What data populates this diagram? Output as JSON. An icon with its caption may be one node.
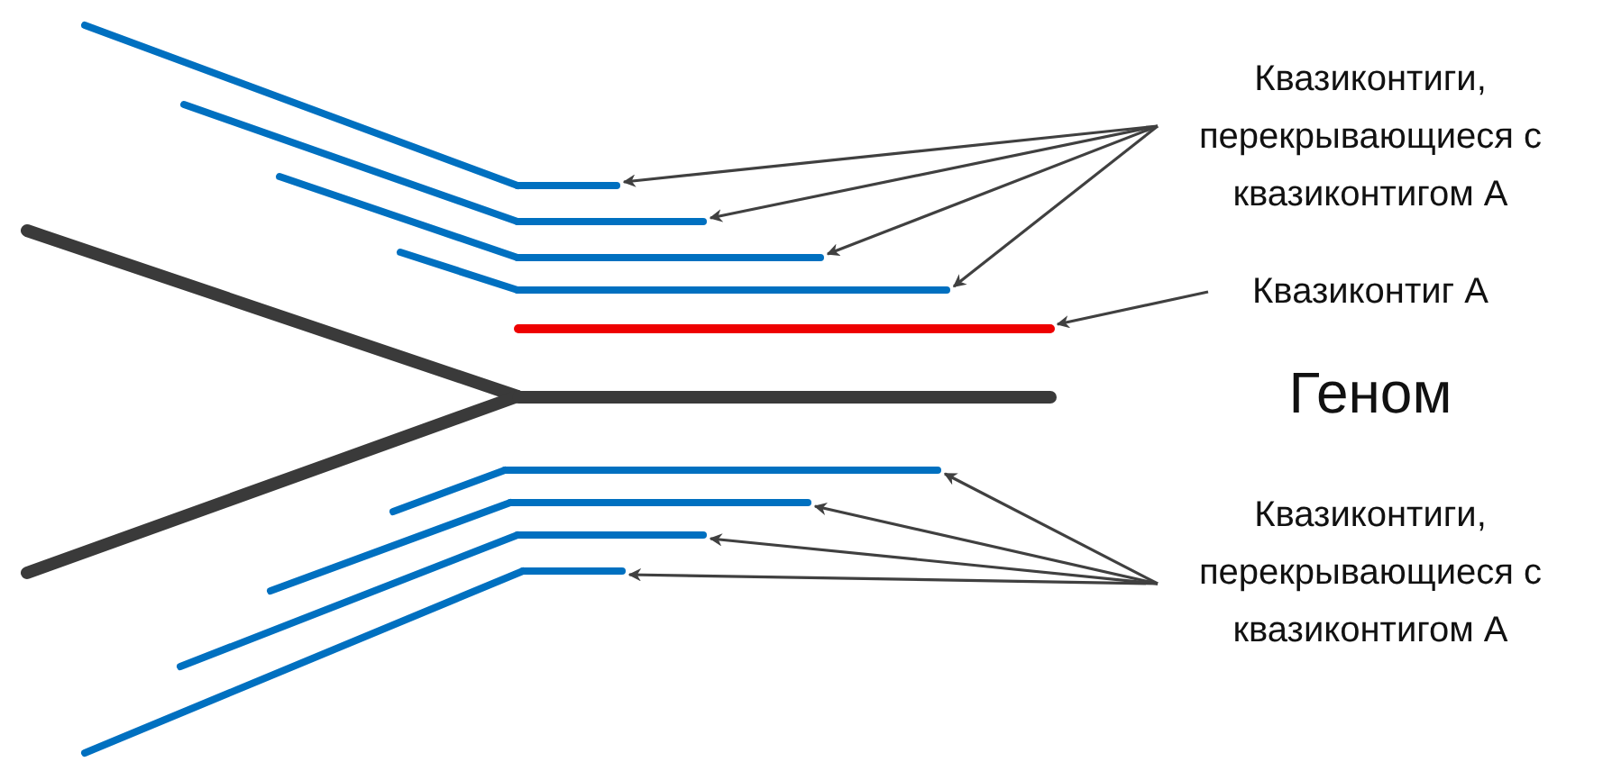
{
  "diagram": {
    "nodes": [
      {
        "text": [
          "Квазиконтиги, перекрывающиеся с квазиконтигом А"
        ]
      },
      {
        "text": [],
        "shape": "bar"
      },
      {
        "text": [],
        "shape": "bar"
      },
      {
        "text": [],
        "shape": "bar"
      },
      {
        "text": [],
        "shape": "bar"
      },
      {
        "text": [],
        "shape": "bar"
      },
      {
        "text": [
          "Квазиконтиг А"
        ]
      },
      {
        "text": [],
        "shape": "bar"
      },
      {
        "text": [],
        "shape": "bar"
      },
      {
        "text": [],
        "shape": "bar"
      },
      {
        "text": [],
        "shape": "bar"
      },
      {
        "text": [],
        "shape": "bar"
      },
      {
        "text": [
          "Квазиконтиги, перекрывающиеся с квазиконтигом А"
        ]
      }
    ],
    "edges": [
      {
        "from": 0,
        "to": 1,
        "arrow": "to"
      },
      {
        "from": 0,
        "to": 2,
        "arrow": "to"
      },
      {
        "from": 0,
        "to": 3,
        "arrow": "to"
      },
      {
        "from": 0,
        "to": 4,
        "arrow": "to"
      },
      {
        "from": 6,
        "to": 5,
        "arrow": "to"
      },
      {
        "from": 12,
        "to": 8,
        "arrow": "to"
      },
      {
        "from": 12,
        "to": 9,
        "arrow": "to"
      },
      {
        "from": 12,
        "to": 10,
        "arrow": "to"
      },
      {
        "from": 12,
        "to": 11,
        "arrow": "to"
      }
    ],
    "labels": [
      "Геном"
    ]
  }
}
